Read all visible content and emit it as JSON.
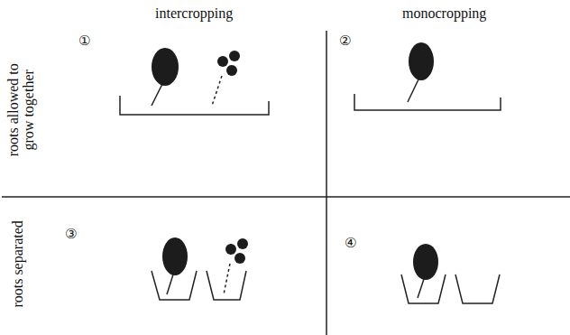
{
  "diagram": {
    "labels": [
      "intercropping",
      "monocropping",
      "roots allowed to grow together",
      "roots separated",
      "①",
      "②",
      "③",
      "④"
    ]
  }
}
